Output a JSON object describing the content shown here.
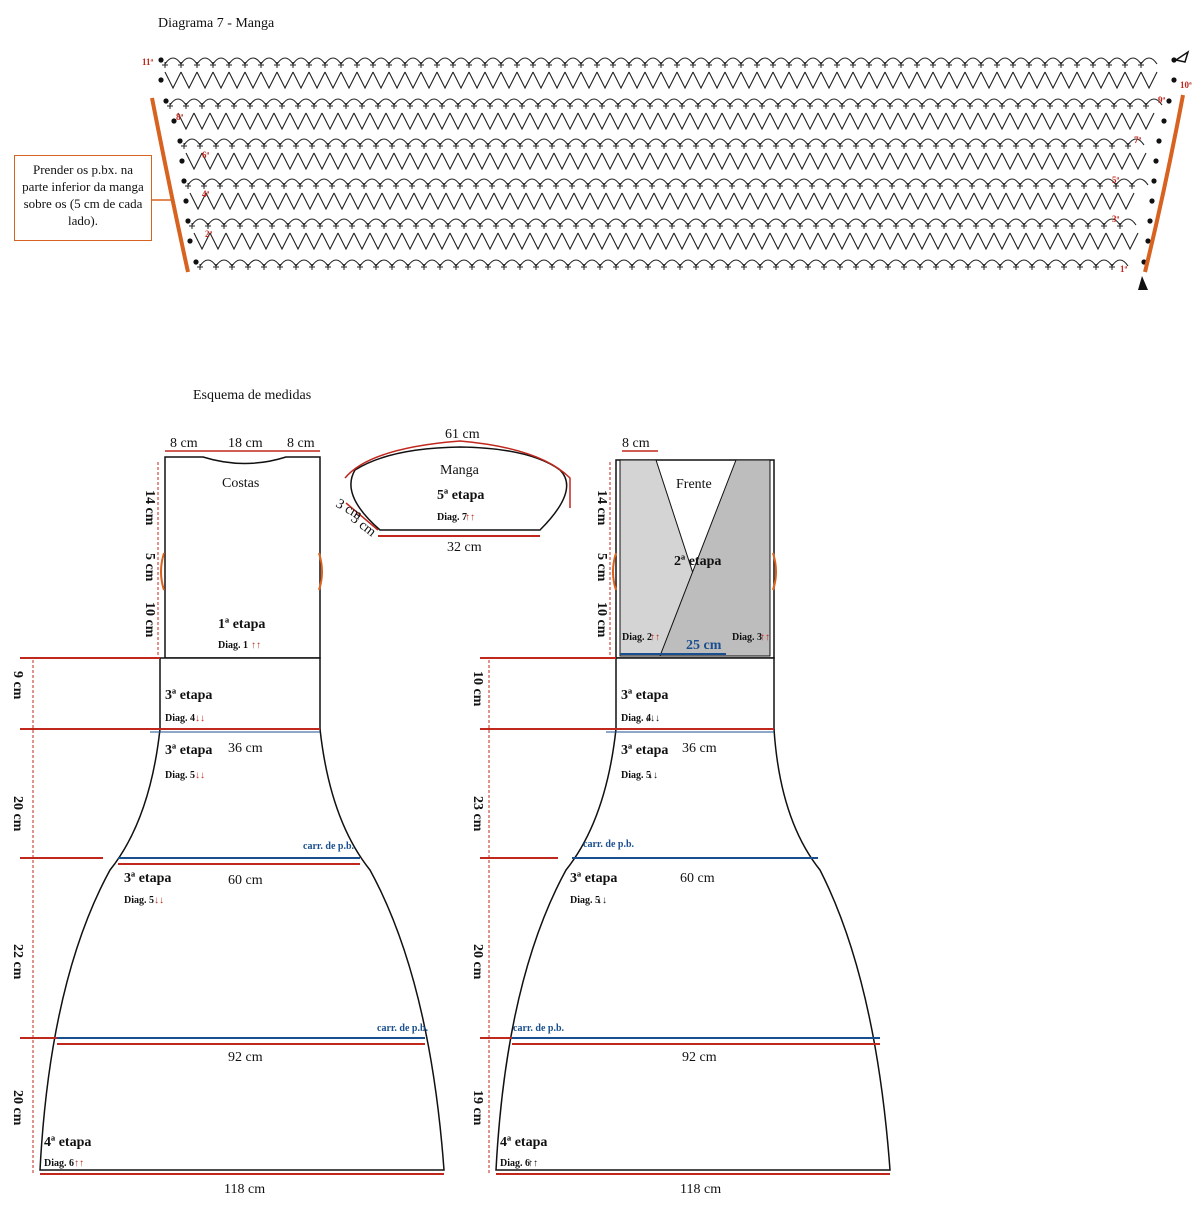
{
  "diagram7": {
    "title": "Diagrama 7 - Manga",
    "note": "Prender os p.bx. na parte inferior da manga sobre os (5 cm de cada lado).",
    "row_labels_left": [
      "11ª",
      "8ª",
      "6ª",
      "4ª",
      "2ª"
    ],
    "row_labels_right": [
      "10ª",
      "9ª",
      "7ª",
      "5ª",
      "3ª",
      "1ª"
    ]
  },
  "scheme": {
    "title": "Esquema de medidas",
    "costas": {
      "label": "Costas",
      "top_8cm_left": "8 cm",
      "top_18cm": "18 cm",
      "top_8cm_right": "8 cm",
      "v_14cm": "14 cm",
      "v_5cm": "5 cm",
      "v_10cm": "10 cm",
      "etapa1": "1ª etapa",
      "diag1": "Diag. 1",
      "v_9cm": "9 cm",
      "etapa3_a": "3ª etapa",
      "diag4": "Diag. 4",
      "etapa3_b": "3ª etapa",
      "diag5_a": "Diag. 5",
      "w_36cm": "36 cm",
      "v_20cm_a": "20 cm",
      "carr_a": "carr. de p.b.",
      "etapa3_c": "3ª etapa",
      "diag5_b": "Diag. 5",
      "w_60cm": "60 cm",
      "v_22cm": "22 cm",
      "carr_b": "carr. de p.b.",
      "w_92cm": "92 cm",
      "v_20cm_b": "20 cm",
      "etapa4": "4ª etapa",
      "diag6": "Diag. 6",
      "w_118cm": "118 cm"
    },
    "manga": {
      "label": "Manga",
      "w_61cm": "61 cm",
      "etapa5": "5ª etapa",
      "diag7": "Diag. 7",
      "w_3cm": "3 cm",
      "w_5cm": "5 cm",
      "w_32cm": "32 cm"
    },
    "frente": {
      "label": "Frente",
      "top_8cm": "8 cm",
      "v_14cm": "14 cm",
      "v_5cm": "5 cm",
      "v_10cm": "10 cm",
      "etapa2": "2ª etapa",
      "diag2": "Diag. 2",
      "diag3": "Diag. 3",
      "w_25cm": "25 cm",
      "v_10cm_b": "10 cm",
      "etapa3_a": "3ª etapa",
      "diag4": "Diag. 4",
      "etapa3_b": "3ª etapa",
      "diag5_a": "Diag. 5",
      "w_36cm": "36 cm",
      "v_23cm": "23 cm",
      "carr_a": "carr. de p.b.",
      "etapa3_c": "3ª etapa",
      "diag5_b": "Diag. 5",
      "w_60cm": "60 cm",
      "v_20cm": "20 cm",
      "carr_b": "carr. de p.b.",
      "w_92cm": "92 cm",
      "v_19cm": "19 cm",
      "etapa4": "4ª etapa",
      "diag6": "Diag. 6",
      "w_118cm": "118 cm"
    }
  },
  "colors": {
    "red": "#c0281e",
    "orange": "#d8621f",
    "blue": "#1a4f8f",
    "gray_light": "#d4d4d4",
    "gray_mid": "#bdbdbd"
  }
}
